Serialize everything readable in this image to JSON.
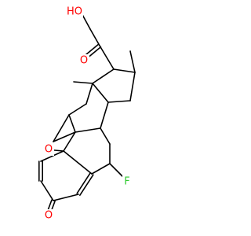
{
  "molecule": {
    "colors": {
      "carbon": "#000000",
      "oxygen": "#ff0000",
      "fluorine": "#33cc33"
    },
    "labels": {
      "hydroxyl": "HO",
      "ketone_side_chain": "O",
      "epoxide": "O",
      "fluorine": "F",
      "ketone_ring": "O"
    }
  }
}
